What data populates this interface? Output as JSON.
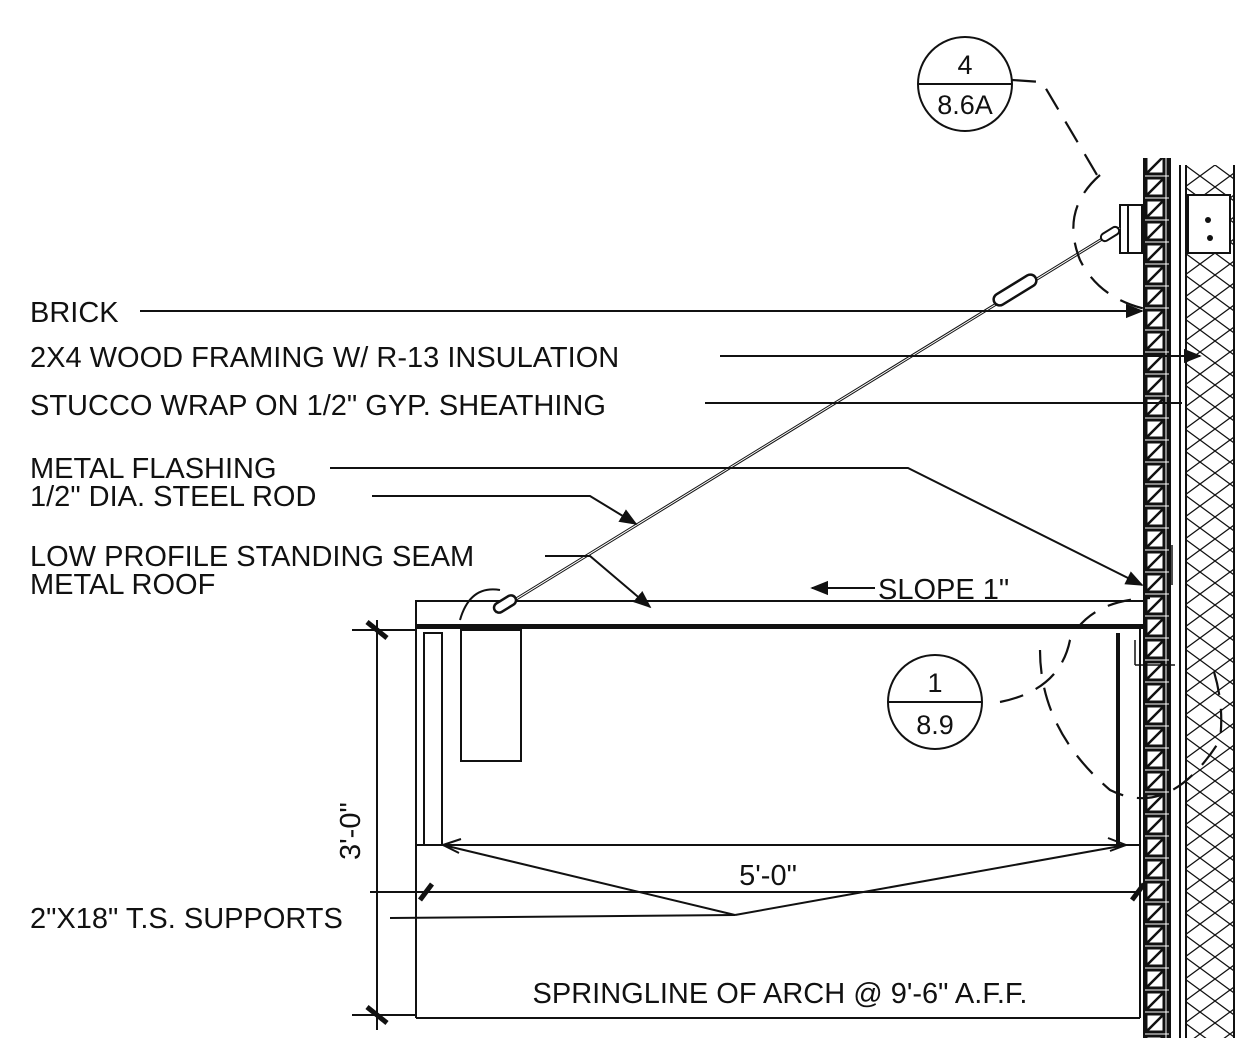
{
  "labels": {
    "brick": "BRICK",
    "wood_framing": "2X4 WOOD FRAMING W/ R-13 INSULATION",
    "stucco_wrap": "STUCCO WRAP ON 1/2\" GYP. SHEATHING",
    "metal_flashing": "METAL FLASHING",
    "steel_rod": "1/2\" DIA. STEEL ROD",
    "roof_line1": "LOW PROFILE STANDING SEAM",
    "roof_line2": "METAL ROOF",
    "slope": "SLOPE 1\"",
    "supports": "2\"X18\" T.S. SUPPORTS",
    "springline": "SPRINGLINE OF ARCH @ 9'-6\" A.F.F."
  },
  "dimensions": {
    "height": "3'-0\"",
    "width": "5'-0\""
  },
  "detail_refs": [
    {
      "number": "4",
      "sheet": "8.6A"
    },
    {
      "number": "1",
      "sheet": "8.9"
    }
  ],
  "colors": {
    "ink": "#111111",
    "paper": "#ffffff"
  }
}
